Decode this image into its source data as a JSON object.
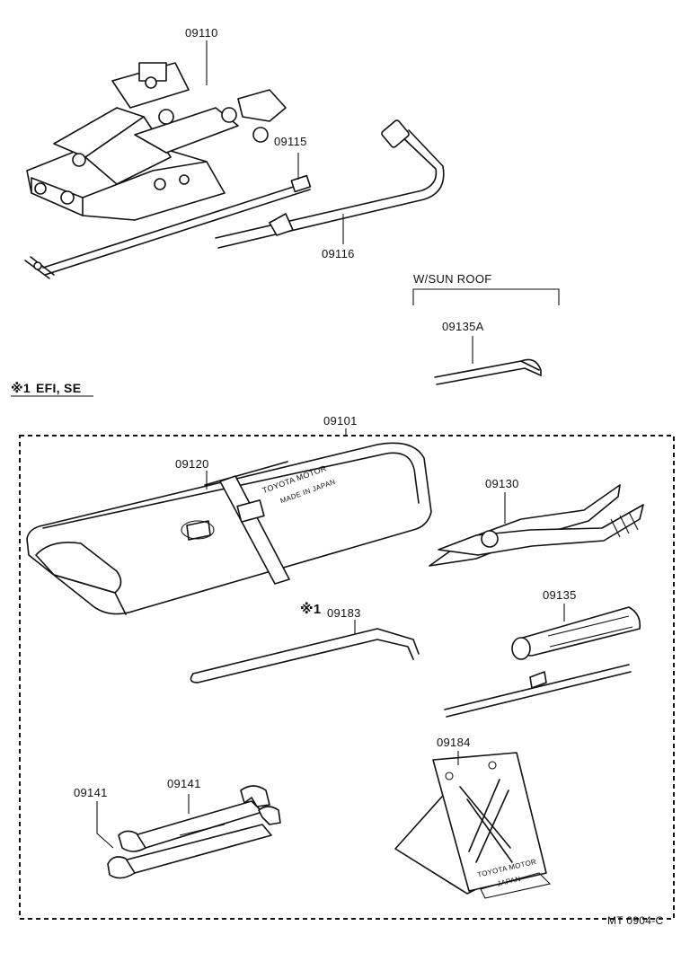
{
  "diagram": {
    "labels": {
      "jack": "09110",
      "jack_handle": "09115",
      "lug_wrench": "09116",
      "sunroof_group": "W/SUN ROOF",
      "sunroof_wrench": "09135A",
      "note_mark": "※1",
      "note_text": "EFI, SE",
      "tool_kit": "09101",
      "tool_bag": "09120",
      "pliers": "09130",
      "bar_mark": "※1",
      "bar": "09183",
      "screwdriver": "09135",
      "wheel_chock": "09184",
      "wrench_left": "09141",
      "wrench_right": "09141",
      "figure_code": "MT  0904-C"
    },
    "printed_marks": {
      "bag_brand": "TOYOTA MOTOR",
      "bag_origin": "MADE IN JAPAN",
      "chock_brand": "TOYOTA MOTOR",
      "chock_origin": "JAPAN"
    }
  }
}
